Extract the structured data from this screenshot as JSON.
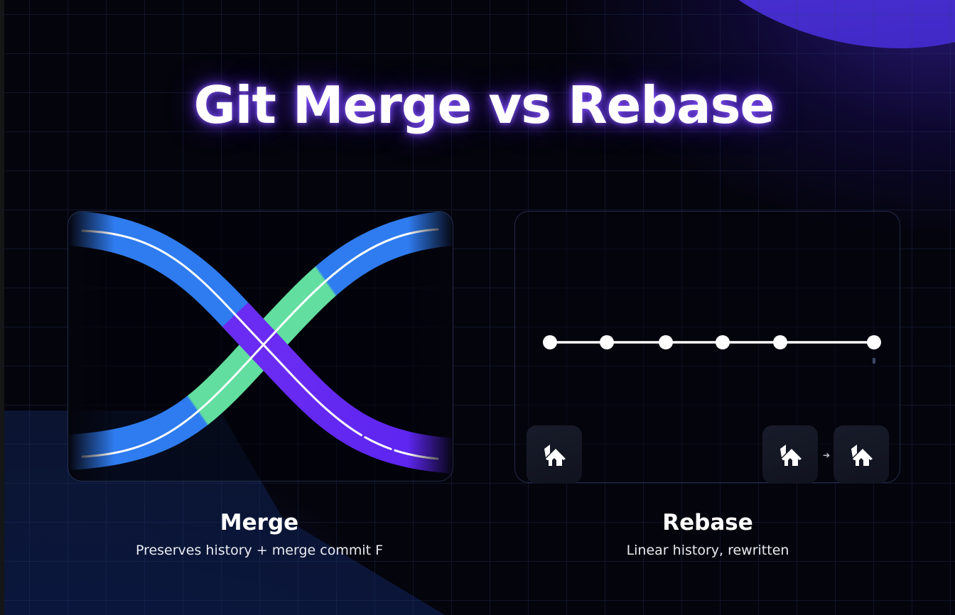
{
  "title": "Git Merge vs Rebase",
  "colors": {
    "background": "#04040c",
    "accent_purple": "#6b2ff5",
    "branch_blue": "#2f7cf0",
    "branch_green": "#62dfa0",
    "title_glow": "#8c5aff",
    "corner_blob": "#4a30d4"
  },
  "merge": {
    "label": "Merge",
    "description": "Preserves history + merge commit F",
    "diagram": {
      "branches": [
        {
          "name": "blue-to-purple",
          "from": "top-left",
          "to": "bottom-right",
          "colors": [
            "#2f7cf0",
            "#6b2ff5"
          ]
        },
        {
          "name": "blue-green-blue",
          "from": "bottom-left",
          "to": "top-right",
          "colors": [
            "#2f7cf0",
            "#62dfa0",
            "#2f7cf0"
          ]
        }
      ]
    }
  },
  "rebase": {
    "label": "Rebase",
    "description": "Linear history, rewritten",
    "timeline": {
      "commit_count": 6
    },
    "icons": [
      {
        "name": "house-icon"
      },
      {
        "name": "house-icon"
      },
      {
        "name": "arrow-right-icon",
        "glyph": "➔"
      },
      {
        "name": "house-icon"
      }
    ]
  }
}
